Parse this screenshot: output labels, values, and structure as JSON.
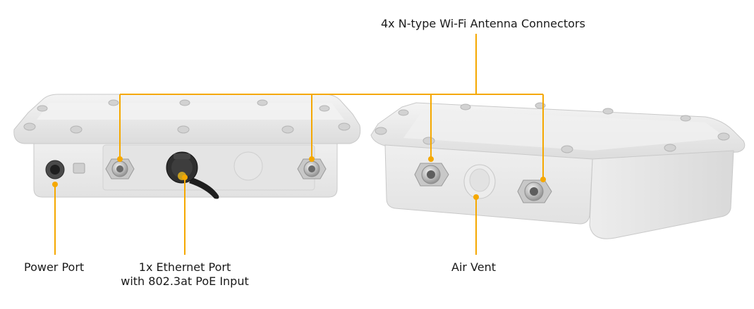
{
  "labels": {
    "antenna": "4x N-type Wi-Fi Antenna Connectors",
    "power": "Power Port",
    "ethernet_line1": "1x Ethernet Port",
    "ethernet_line2": "with 802.3at PoE Input",
    "air_vent": "Air Vent"
  },
  "colors": {
    "callout": "#f5a800",
    "housing": "#e9e9e9",
    "housing_edge": "#cfcfcf",
    "text": "#1a1a1a"
  }
}
